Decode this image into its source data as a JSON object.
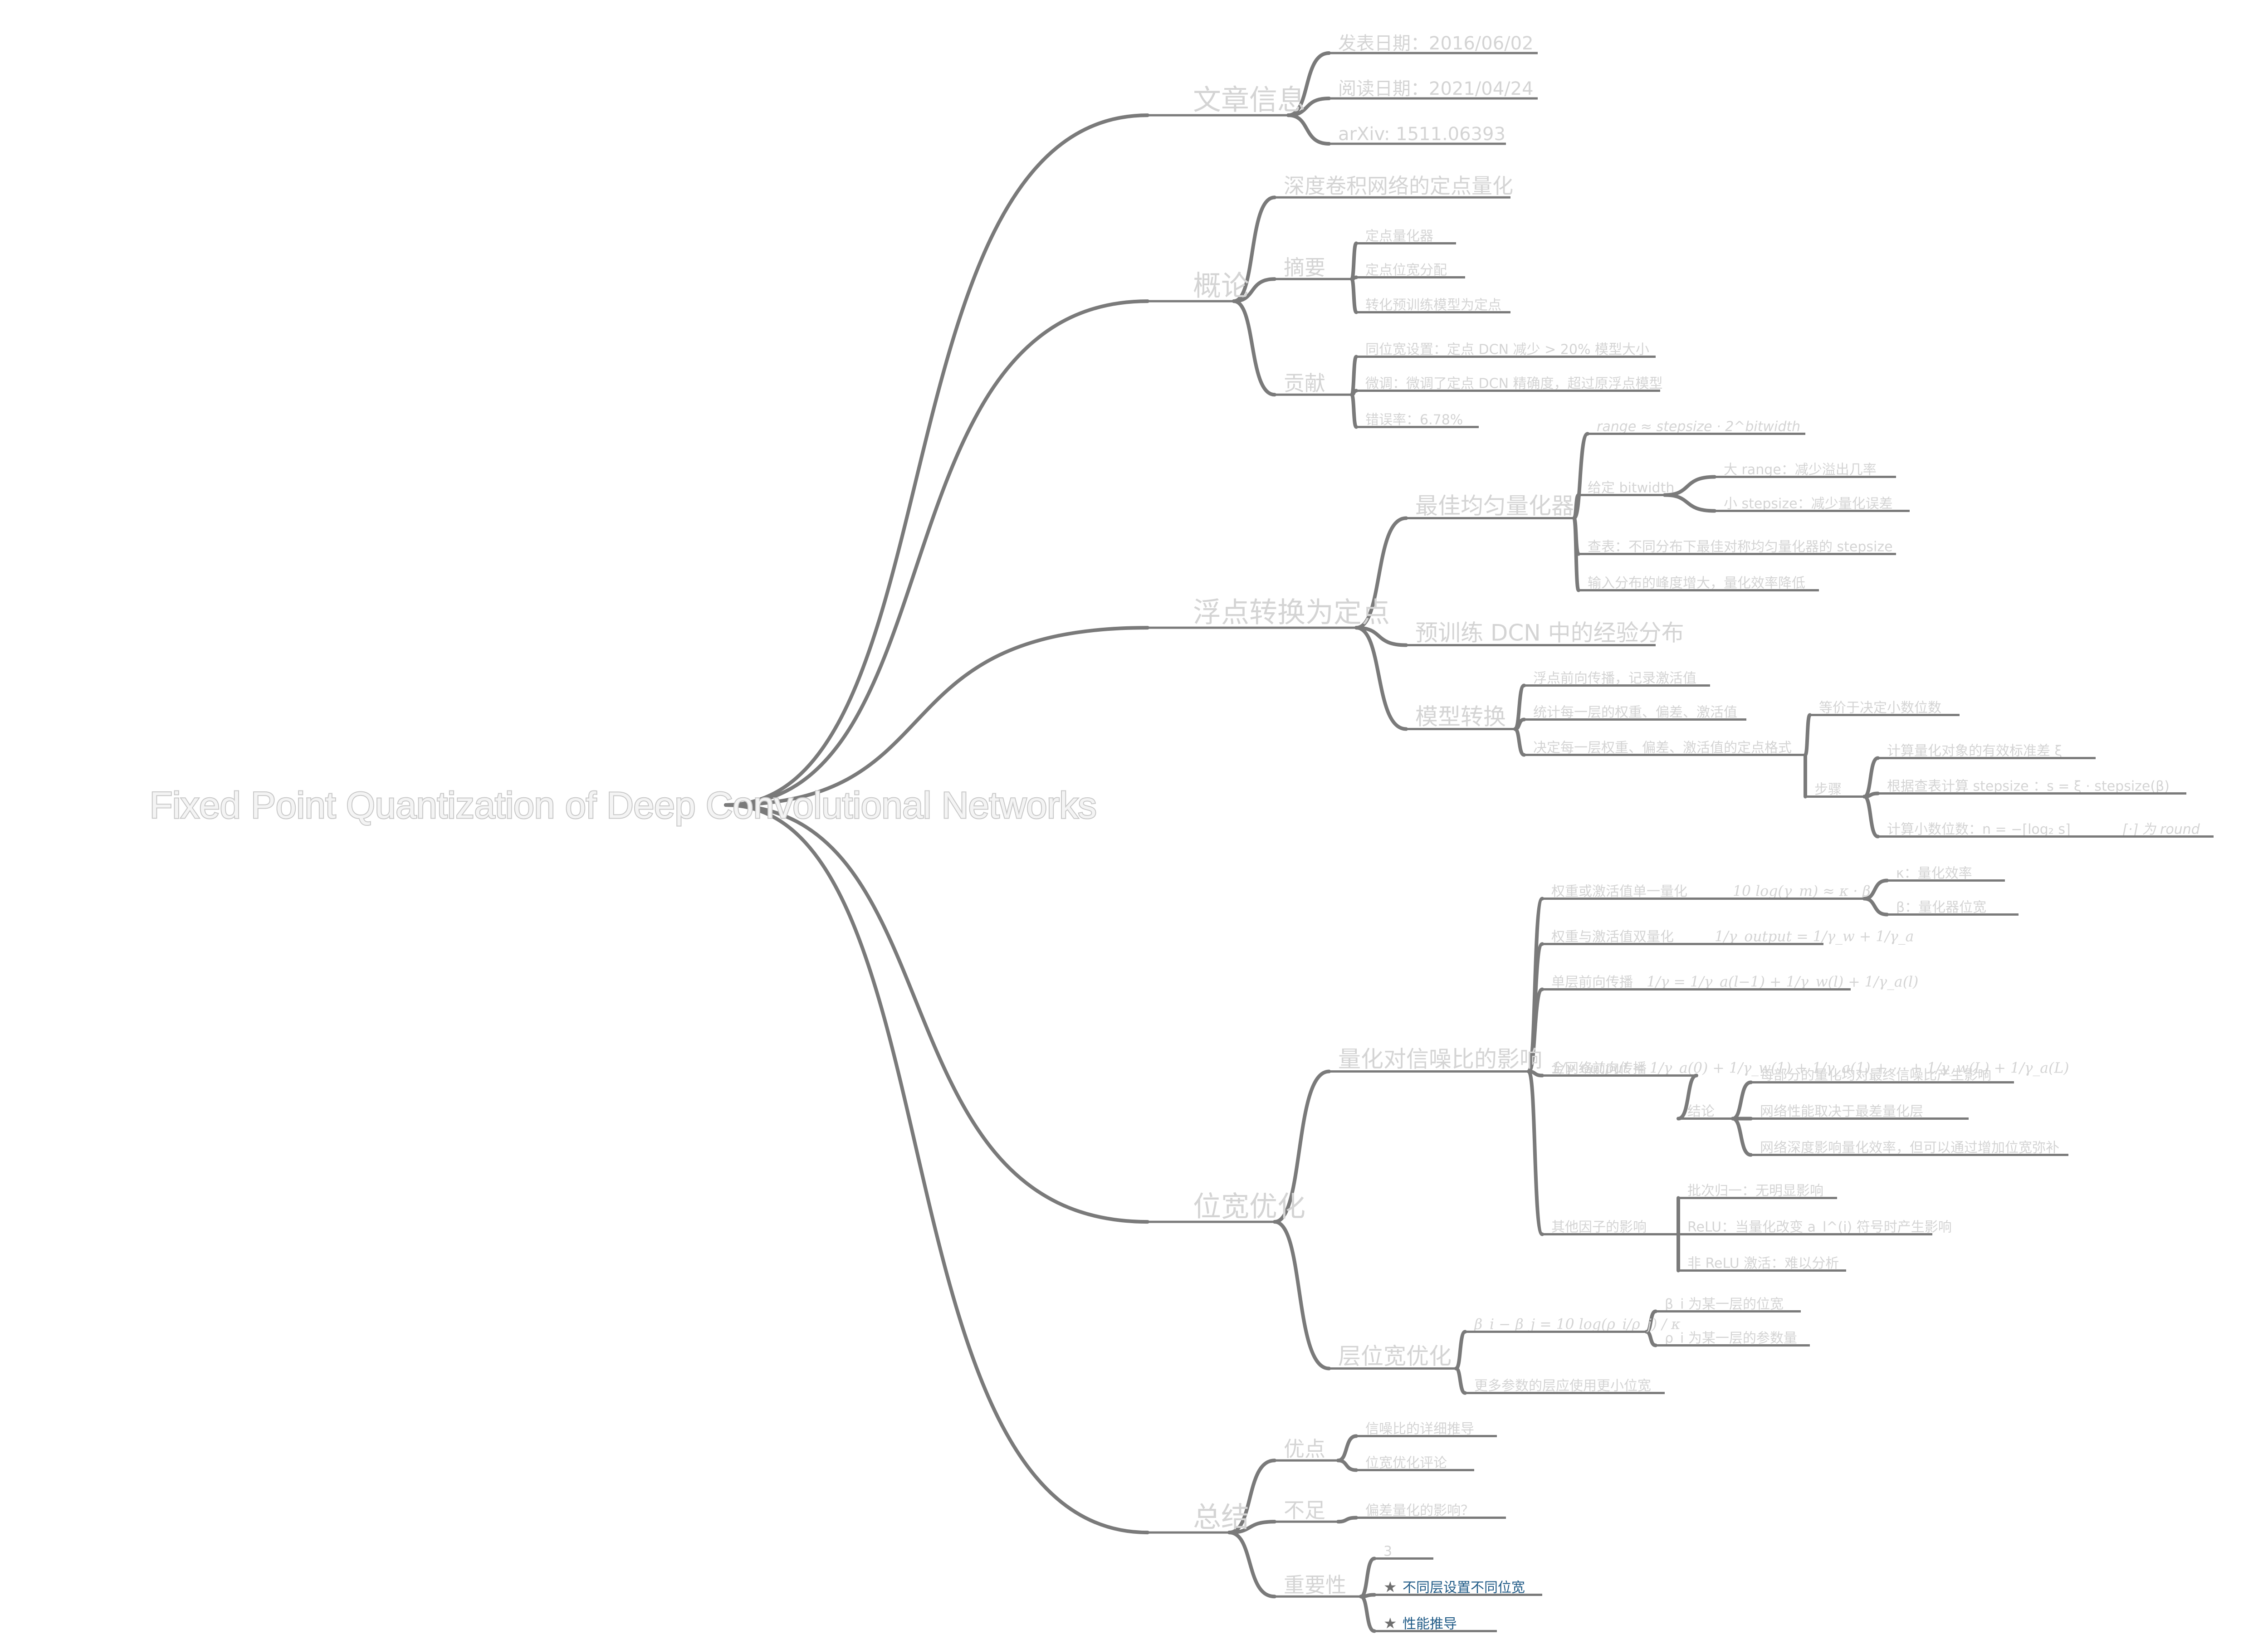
{
  "root": "Fixed Point Quantization of Deep Convolutional Networks",
  "branches": [
    {
      "id": "info",
      "label": "文章信息",
      "children": [
        {
          "id": "pubdate",
          "label": "发表日期：2016/06/02"
        },
        {
          "id": "readdate",
          "label": "阅读日期：2021/04/24"
        },
        {
          "id": "arxiv",
          "label": "arXiv: 1511.06393"
        }
      ]
    },
    {
      "id": "intro",
      "label": "概论",
      "children": [
        {
          "id": "topic",
          "label": "深度卷积网络的定点量化"
        },
        {
          "id": "abstract",
          "label": "摘要",
          "children": [
            {
              "id": "ab1",
              "label": "定点量化器"
            },
            {
              "id": "ab2",
              "label": "定点位宽分配"
            },
            {
              "id": "ab3",
              "label": "转化预训练模型为定点"
            }
          ]
        },
        {
          "id": "contrib",
          "label": "贡献",
          "children": [
            {
              "id": "c1",
              "label": "同位宽设置：定点 DCN 减少 > 20% 模型大小"
            },
            {
              "id": "c2",
              "label": "微调：微调了定点 DCN 精确度，超过原浮点模型"
            },
            {
              "id": "c3",
              "label": "错误率：6.78%"
            }
          ]
        }
      ]
    },
    {
      "id": "f2f",
      "label": "浮点转换为定点",
      "children": [
        {
          "id": "optq",
          "label": "最佳均匀量化器",
          "children": [
            {
              "id": "rangeeq",
              "label": "range ≈ stepsize · 2^bitwidth"
            },
            {
              "id": "fixbw",
              "label": "给定 bitwidth",
              "children": [
                {
                  "id": "bigrange",
                  "label": "大 range：减少溢出几率"
                },
                {
                  "id": "smallstep",
                  "label": "小 stepsize：减少量化误差"
                }
              ]
            },
            {
              "id": "table",
              "label": "查表：不同分布下最佳对称均匀量化器的 stepsize"
            },
            {
              "id": "peak",
              "label": "输入分布的峰度增大，量化效率降低"
            }
          ]
        },
        {
          "id": "empdist",
          "label": "预训练 DCN 中的经验分布"
        },
        {
          "id": "conv",
          "label": "模型转换",
          "children": [
            {
              "id": "cv1",
              "label": "浮点前向传播，记录激活值"
            },
            {
              "id": "cv2",
              "label": "统计每一层的权重、偏差、激活值"
            },
            {
              "id": "cv3",
              "label": "决定每一层权重、偏差、激活值的定点格式",
              "children": [
                {
                  "id": "eqfrac",
                  "label": "等价于决定小数位数"
                },
                {
                  "id": "steps",
                  "label": "步骤",
                  "children": [
                    {
                      "id": "st1",
                      "label": "计算量化对象的有效标准差 ξ"
                    },
                    {
                      "id": "st2",
                      "label": "根据查表计算 stepsize ：s = ξ · stepsize(β)"
                    },
                    {
                      "id": "st3",
                      "label": "计算小数位数：n = −⌈log₂ s⌉",
                      "note": "⌈·⌉ 为 round"
                    }
                  ]
                }
              ]
            }
          ]
        }
      ]
    },
    {
      "id": "bitopt",
      "label": "位宽优化",
      "children": [
        {
          "id": "snr",
          "label": "量化对信噪比的影响",
          "children": [
            {
              "id": "single",
              "label": "权重或激活值单一量化",
              "formula": "10 log(γ_m) ≈ κ · β",
              "children": [
                {
                  "id": "kappa",
                  "label": "κ：量化效率"
                },
                {
                  "id": "beta",
                  "label": "β：量化器位宽"
                }
              ]
            },
            {
              "id": "both",
              "label": "权重与激活值双量化",
              "formula": "1/γ_output = 1/γ_w + 1/γ_a"
            },
            {
              "id": "singleprop",
              "label": "单层前向传播",
              "formula": "1/γ = 1/γ_a(l−1) + 1/γ_w(l) + 1/γ_a(l)"
            },
            {
              "id": "fullnet",
              "label": "全网络前向传播",
              "formula": "1/γ_output = 1/γ_a(0) + 1/γ_w(1) + 1/γ_a(1) + ⋯ + 1/γ_w(L) + 1/γ_a(L)",
              "children": [
                {
                  "id": "concl",
                  "label": "结论",
                  "children": [
                    {
                      "id": "k1",
                      "label": "每部分的量化均对最终信噪比产生影响"
                    },
                    {
                      "id": "k2",
                      "label": "网络性能取决于最差量化层"
                    },
                    {
                      "id": "k3",
                      "label": "网络深度影响量化效率，但可以通过增加位宽弥补"
                    }
                  ]
                }
              ]
            },
            {
              "id": "other",
              "label": "其他因子的影响",
              "children": [
                {
                  "id": "o1",
                  "label": "批次归一：无明显影响"
                },
                {
                  "id": "o2",
                  "label": "ReLU：当量化改变 a_l^(i) 符号时产生影响"
                },
                {
                  "id": "o3",
                  "label": "非 ReLU 激活：难以分析"
                }
              ]
            }
          ]
        },
        {
          "id": "layerbw",
          "label": "层位宽优化",
          "children": [
            {
              "id": "bdiff",
              "label": "",
              "formula": "β_i − β_j = 10 log(ρ_i/ρ_j) / κ",
              "children": [
                {
                  "id": "bi",
                  "label": "β_i 为某一层的位宽"
                },
                {
                  "id": "pi",
                  "label": "ρ_i 为某一层的参数量"
                }
              ]
            },
            {
              "id": "moreparams",
              "label": "更多参数的层应使用更小位宽"
            }
          ]
        }
      ]
    },
    {
      "id": "summary",
      "label": "总结",
      "children": [
        {
          "id": "pros",
          "label": "优点",
          "children": [
            {
              "id": "p1",
              "label": "信噪比的详细推导"
            },
            {
              "id": "p2",
              "label": "位宽优化评论"
            }
          ]
        },
        {
          "id": "cons",
          "label": "不足",
          "children": [
            {
              "id": "n1",
              "label": "偏差量化的影响？"
            }
          ]
        },
        {
          "id": "import",
          "label": "重要性",
          "children": [
            {
              "id": "rating",
              "label": "3"
            },
            {
              "id": "i1",
              "label": "不同层设置不同位宽",
              "star": true
            },
            {
              "id": "i2",
              "label": "性能推导",
              "star": true
            }
          ]
        }
      ]
    }
  ]
}
